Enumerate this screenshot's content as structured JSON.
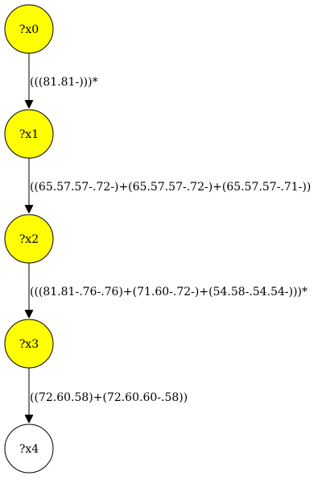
{
  "graph": {
    "nodes": [
      {
        "id": "x0",
        "label": "?x0",
        "fill": "#ffff00"
      },
      {
        "id": "x1",
        "label": "?x1",
        "fill": "#ffff00"
      },
      {
        "id": "x2",
        "label": "?x2",
        "fill": "#ffff00"
      },
      {
        "id": "x3",
        "label": "?x3",
        "fill": "#ffff00"
      },
      {
        "id": "x4",
        "label": "?x4",
        "fill": "#ffffff"
      }
    ],
    "edges": [
      {
        "from": "x0",
        "to": "x1",
        "label": "(((81.81-)))*"
      },
      {
        "from": "x1",
        "to": "x2",
        "label": "((65.57.57-.72-)+(65.57.57-.72-)+(65.57.57-.71-))"
      },
      {
        "from": "x2",
        "to": "x3",
        "label": "(((81.81-.76-.76)+(71.60-.72-)+(54.58-.54.54-)))*"
      },
      {
        "from": "x3",
        "to": "x4",
        "label": "((72.60.58)+(72.60.60-.58))"
      }
    ]
  }
}
